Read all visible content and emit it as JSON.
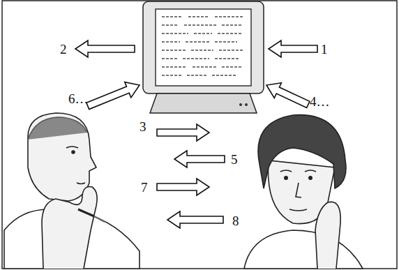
{
  "diagram": {
    "labels": [
      "1",
      "2",
      "6…",
      "4…",
      "3",
      "5",
      "7",
      "8"
    ]
  }
}
